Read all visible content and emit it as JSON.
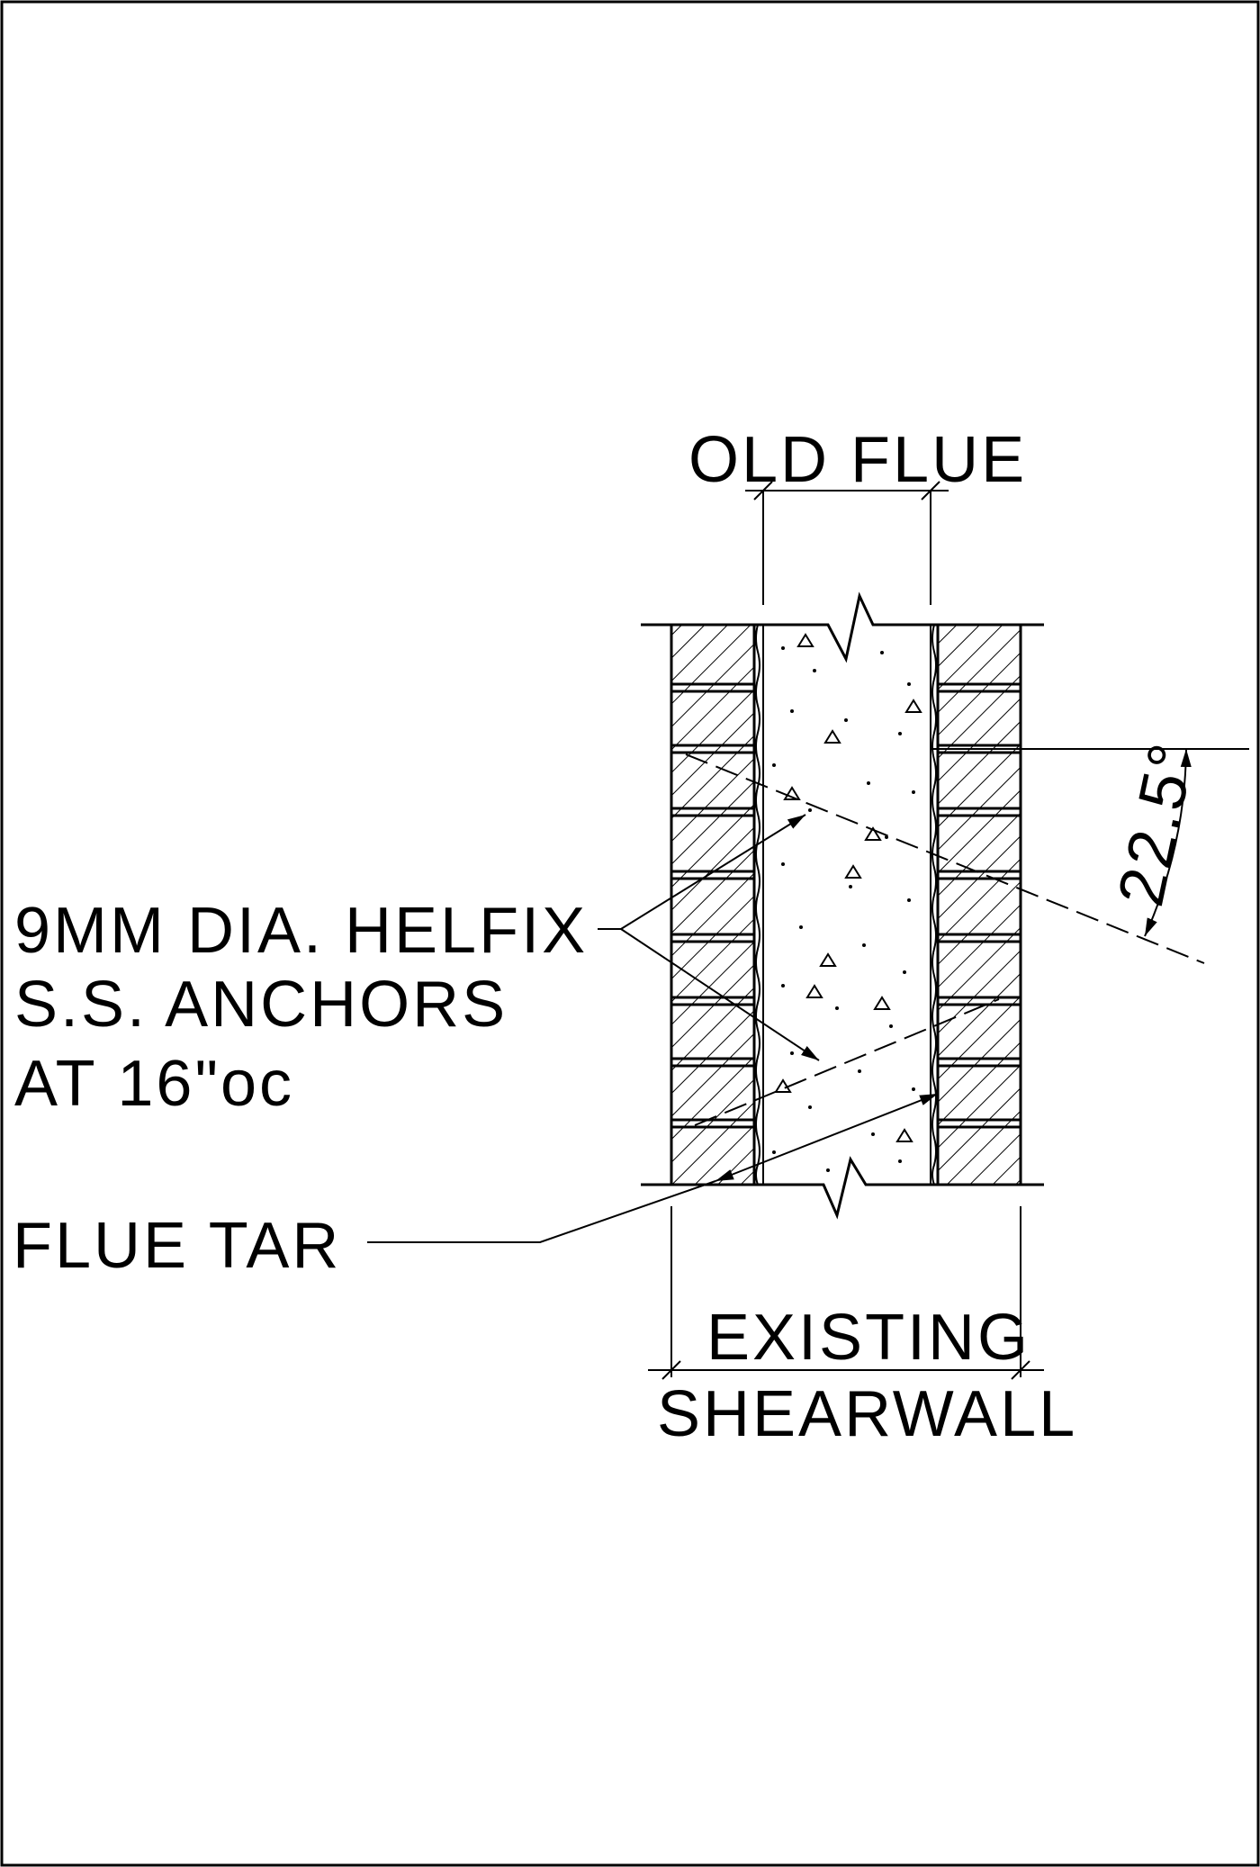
{
  "labels": {
    "old_flue": "OLD FLUE",
    "anchors_line1": "9MM DIA. HELFIX",
    "anchors_line2": "S.S. ANCHORS",
    "anchors_line3": "AT 16\"oc",
    "flue_tar": "FLUE TAR",
    "existing": "EXISTING",
    "shearwall": "SHEARWALL",
    "angle": "22.5°"
  },
  "colors": {
    "line": "#000000",
    "background": "#ffffff"
  }
}
